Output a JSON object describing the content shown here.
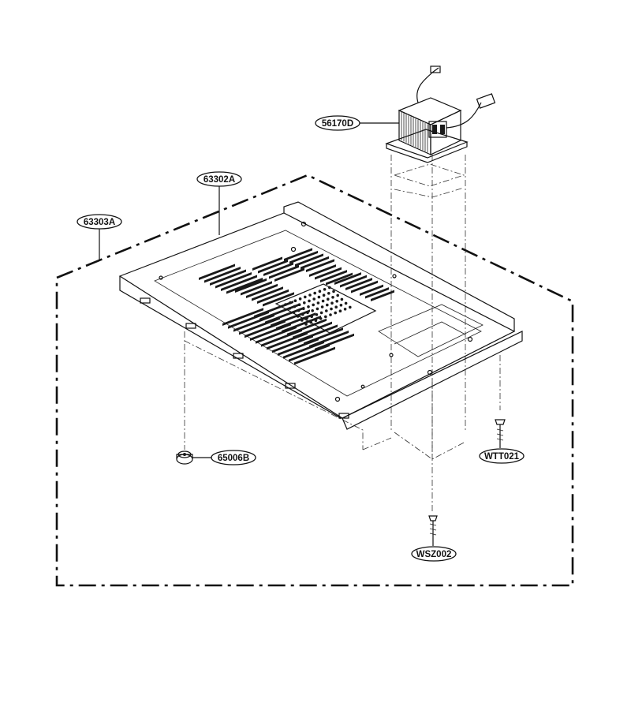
{
  "diagram": {
    "parts": [
      {
        "id": "p-56170D",
        "label": "56170D"
      },
      {
        "id": "p-63302A",
        "label": "63302A"
      },
      {
        "id": "p-63303A",
        "label": "63303A"
      },
      {
        "id": "p-65006B",
        "label": "65006B"
      },
      {
        "id": "p-WTT021",
        "label": "WTT021"
      },
      {
        "id": "p-WSZ002",
        "label": "WSZ002"
      }
    ]
  }
}
